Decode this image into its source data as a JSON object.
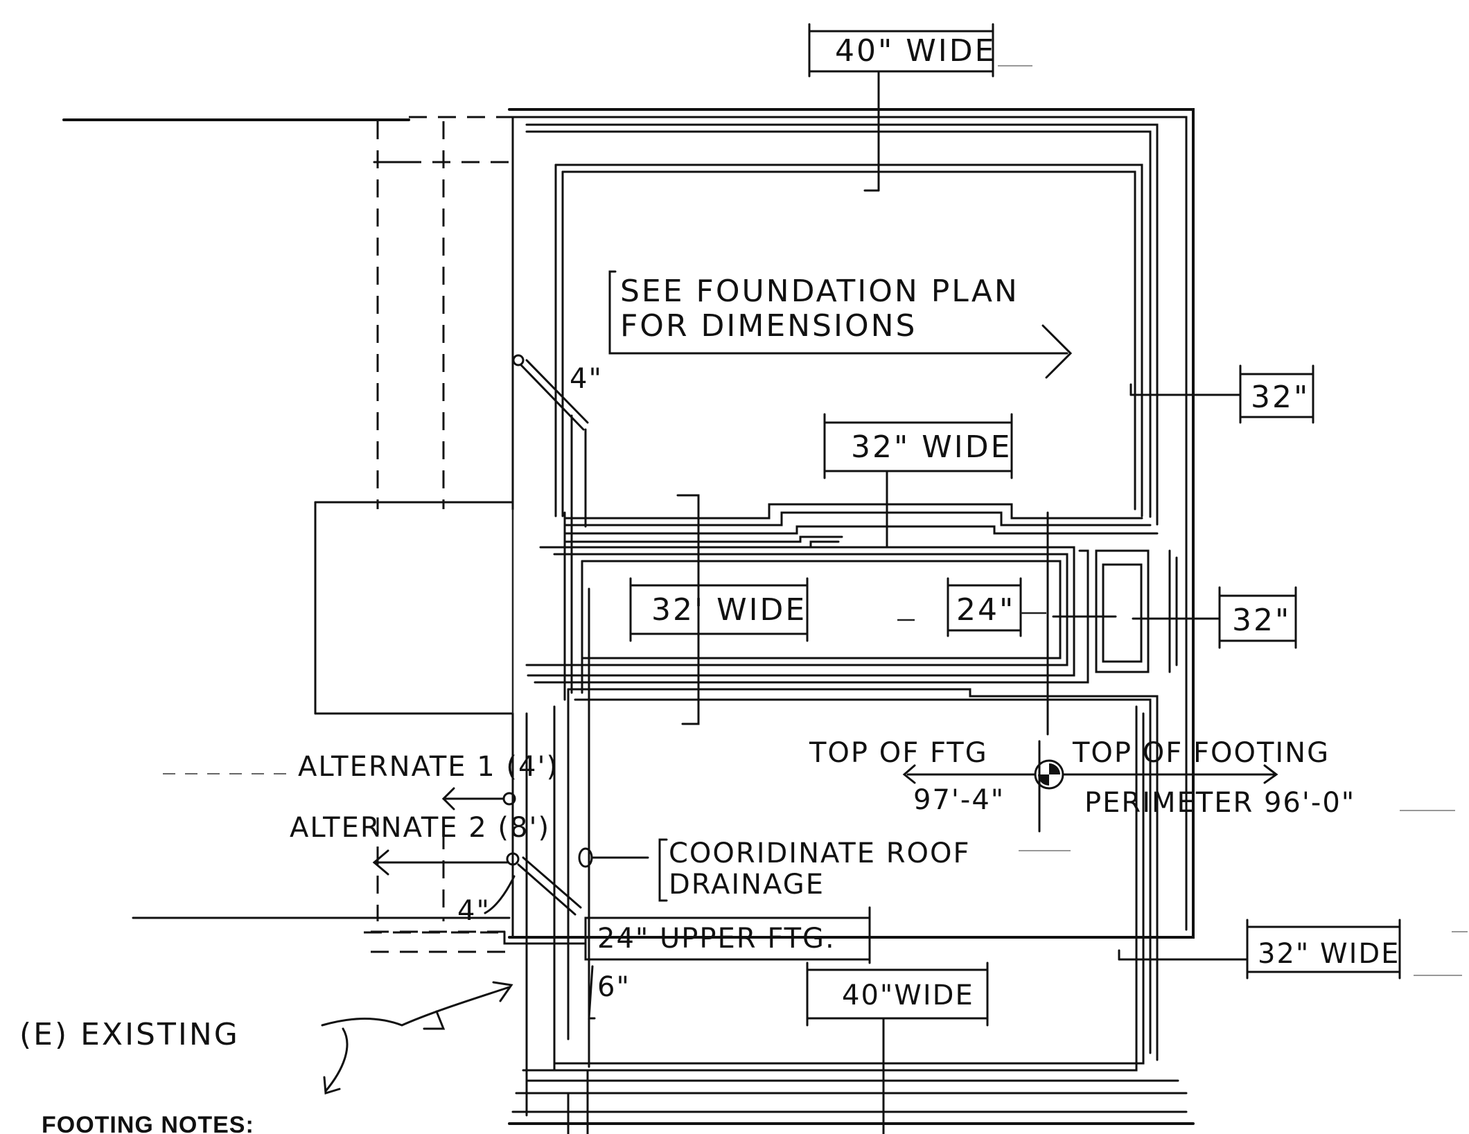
{
  "labels": {
    "top_width": "40\" WIDE",
    "see_plan_line1": "SEE FOUNDATION PLAN",
    "see_plan_line2": "FOR DIMENSIONS",
    "note_4in_upper": "4\"",
    "right_32_upper": "32\"",
    "mid_width": "32\" WIDE",
    "left_width": "32' WIDE",
    "inner_24": "24\"",
    "right_32_mid": "32\"",
    "top_of_ftg": "TOP OF FTG",
    "top_of_ftg_value": "97'-4\"",
    "top_of_footing": "TOP OF FOOTING",
    "perimeter_value": "PERIMETER 96'-0\"",
    "alternate_1": "ALTERNATE 1 (4')",
    "alternate_2": "ALTERNATE 2 (8')",
    "coordinate_roof": "COORIDINATE ROOF",
    "drainage": "DRAINAGE",
    "note_4in_lower": "4\"",
    "upper_ftg": "24\" UPPER FTG.",
    "right_32_wide": "32\" WIDE",
    "six_in": "6\"",
    "bottom_width": "40\"WIDE",
    "existing": "(E) EXISTING",
    "footing_notes": "FOOTING NOTES:"
  }
}
